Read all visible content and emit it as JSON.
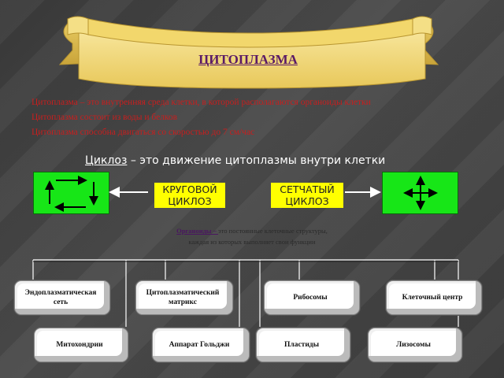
{
  "title": "ЦИТОПЛАЗМА",
  "lines": [
    "Цитоплазма – это внутренняя среда клетки, в которой располагаются органоиды клетки",
    "Цитоплазма состоит из воды и белков",
    "Цитоплазма способна двигаться со скоростью до 7 см/час"
  ],
  "cyclosis": {
    "term": "Циклоз",
    "rest": " – это движение цитоплазмы внутри клетки"
  },
  "labels": {
    "circular": [
      "КРУГОВОЙ",
      "ЦИКЛОЗ"
    ],
    "reticular": [
      "СЕТЧАТЫЙ",
      "ЦИКЛОЗ"
    ]
  },
  "organoids": {
    "keyword": "Органоиды – ",
    "definition_line1": "это постоянные клеточные структуры,",
    "definition_line2": "каждая из которых выполняет свои функции"
  },
  "boxes_row1": [
    "Эндоплазматическая сеть",
    "Цитоплазматический матрикс",
    "Рибосомы",
    "Клеточный центр"
  ],
  "boxes_row2": [
    "Митохондрии",
    "Аппарат Гольджи",
    "Пластиды",
    "Лизосомы"
  ],
  "colors": {
    "banner": "#f2dc7a",
    "title": "#5a1a66",
    "red_text": "#c81e1e",
    "green": "#17e617",
    "yellow": "#ffff00"
  }
}
